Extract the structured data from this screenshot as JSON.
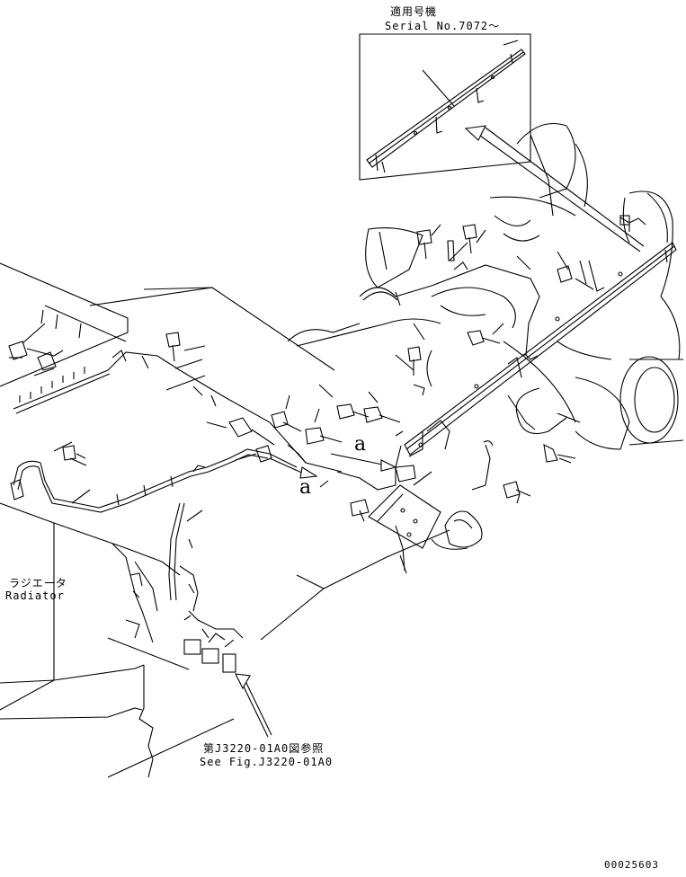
{
  "inset": {
    "title_jp": "適用号機",
    "serial": "Serial No.7072～"
  },
  "radiator": {
    "jp": "ラジエータ",
    "en": "Radiator"
  },
  "callout_a1": "a",
  "callout_a2": "a",
  "reference": {
    "jp": "第J3220-01A0図参照",
    "en": "See Fig.J3220-01A0"
  },
  "drawing_number": "00025603"
}
